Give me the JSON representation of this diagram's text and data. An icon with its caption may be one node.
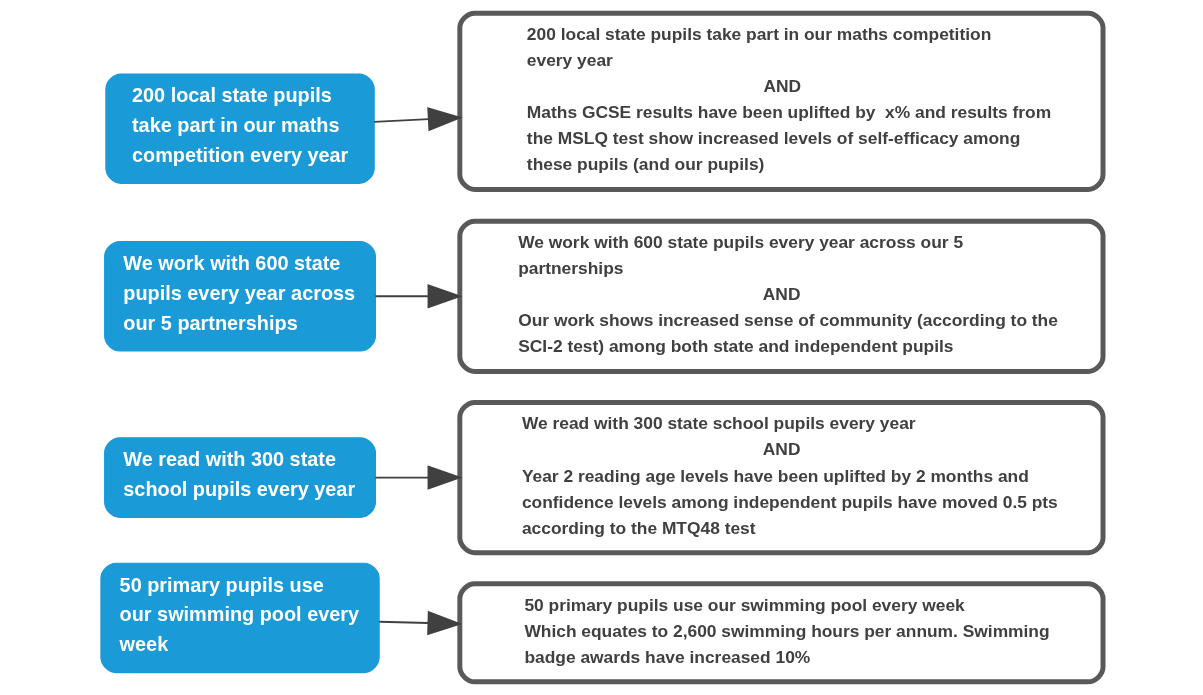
{
  "diagram": {
    "nodes": [
      {
        "text": [
          "200 local state pupils take part in our maths competition every year"
        ]
      },
      {
        "text": [
          "200 local state pupils take part in our maths competition every year",
          "AND",
          "Maths GCSE results have been uplifted by  x% and results from the MSLQ test show increased levels of self-efficacy among these pupils (and our pupils)"
        ]
      },
      {
        "text": [
          "We work with 600 state pupils every year across our 5 partnerships"
        ]
      },
      {
        "text": [
          "We work with 600 state pupils every year across our 5 partnerships",
          "AND",
          "Our work shows increased sense of community (according to the SCI-2 test) among both state and independent pupils"
        ]
      },
      {
        "text": [
          "We read with 300 state school pupils every year"
        ]
      },
      {
        "text": [
          "We read with 300 state school pupils every year",
          "AND",
          "Year 2 reading age levels have been uplifted by 2 months and confidence levels among independent pupils have moved 0.5 pts according to the MTQ48 test"
        ]
      },
      {
        "text": [
          "50 primary pupils use our swimming pool every week"
        ]
      },
      {
        "text": [
          "50 primary pupils use our swimming pool every week",
          "Which equates to 2,600 swimming hours per annum. Swimming badge awards have increased 10%"
        ]
      }
    ],
    "edges": [
      {
        "from": 0,
        "to": 1,
        "arrow": "to"
      },
      {
        "from": 2,
        "to": 3,
        "arrow": "to"
      },
      {
        "from": 4,
        "to": 5,
        "arrow": "to"
      },
      {
        "from": 6,
        "to": 7,
        "arrow": "to"
      }
    ]
  }
}
